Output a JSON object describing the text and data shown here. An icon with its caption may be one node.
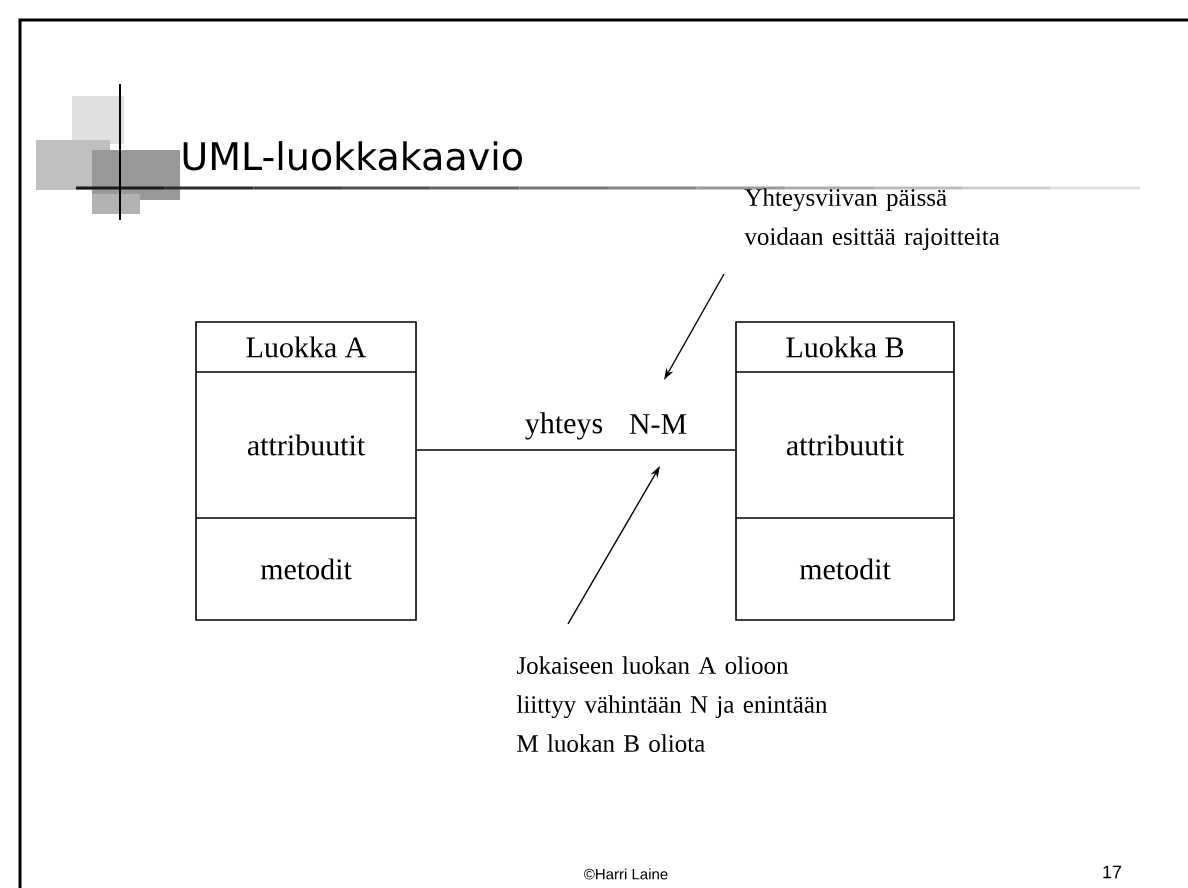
{
  "diagram": {
    "title": "UML-luokkakaavio",
    "nodes": [
      {
        "text": [
          "Luokka A",
          "attribuutit",
          "metodit"
        ]
      },
      {
        "text": [
          "Luokka B",
          "attribuutit",
          "metodit"
        ]
      },
      {
        "text": [
          "Yhteysviivan päissä voidaan esittää rajoitteita"
        ]
      },
      {
        "text": [
          "Jokaiseen luokan A olioon liittyy vähintään N ja enintään M luokan B oliota"
        ]
      }
    ],
    "edges": [
      {
        "from": 0,
        "to": 1,
        "arrow": "none",
        "label": "yhteys"
      },
      {
        "from": 2,
        "to": null,
        "arrow": "to"
      },
      {
        "from": 3,
        "to": null,
        "arrow": "to"
      }
    ],
    "labels": [
      "N-M",
      "©Harri Laine",
      "17"
    ]
  }
}
